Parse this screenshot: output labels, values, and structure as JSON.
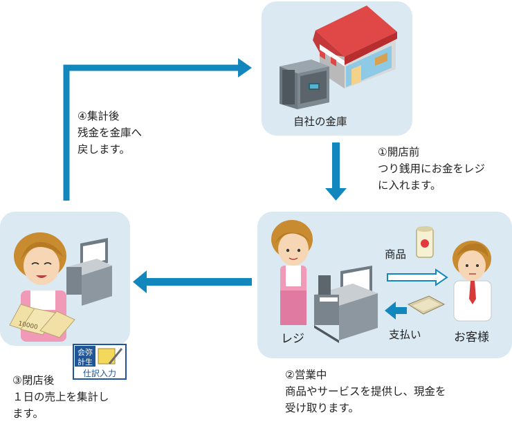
{
  "vault": {
    "label": "自社の金庫"
  },
  "step1": {
    "text": "①開店前\nつり銭用にお金をレジ\nに入れます。"
  },
  "step2": {
    "text": "②営業中\n商品やサービスを提供し、現金を\n受け取ります。"
  },
  "step3": {
    "text": "③閉店後\n１日の売上を集計し\nます。"
  },
  "step4": {
    "text": "④集計後\n残金を金庫へ\n戻します。"
  },
  "register_panel": {
    "register_label": "レジ",
    "product_label": "商品",
    "payment_label": "支払い",
    "customer_label": "お客様"
  },
  "closing_panel": {
    "banknote_value": "10000"
  },
  "badge": {
    "line1": "会弥",
    "line2": "計生",
    "footer": "仕訳入力"
  },
  "colors": {
    "arrow": "#1287be",
    "panel": "#dbe9f3"
  }
}
